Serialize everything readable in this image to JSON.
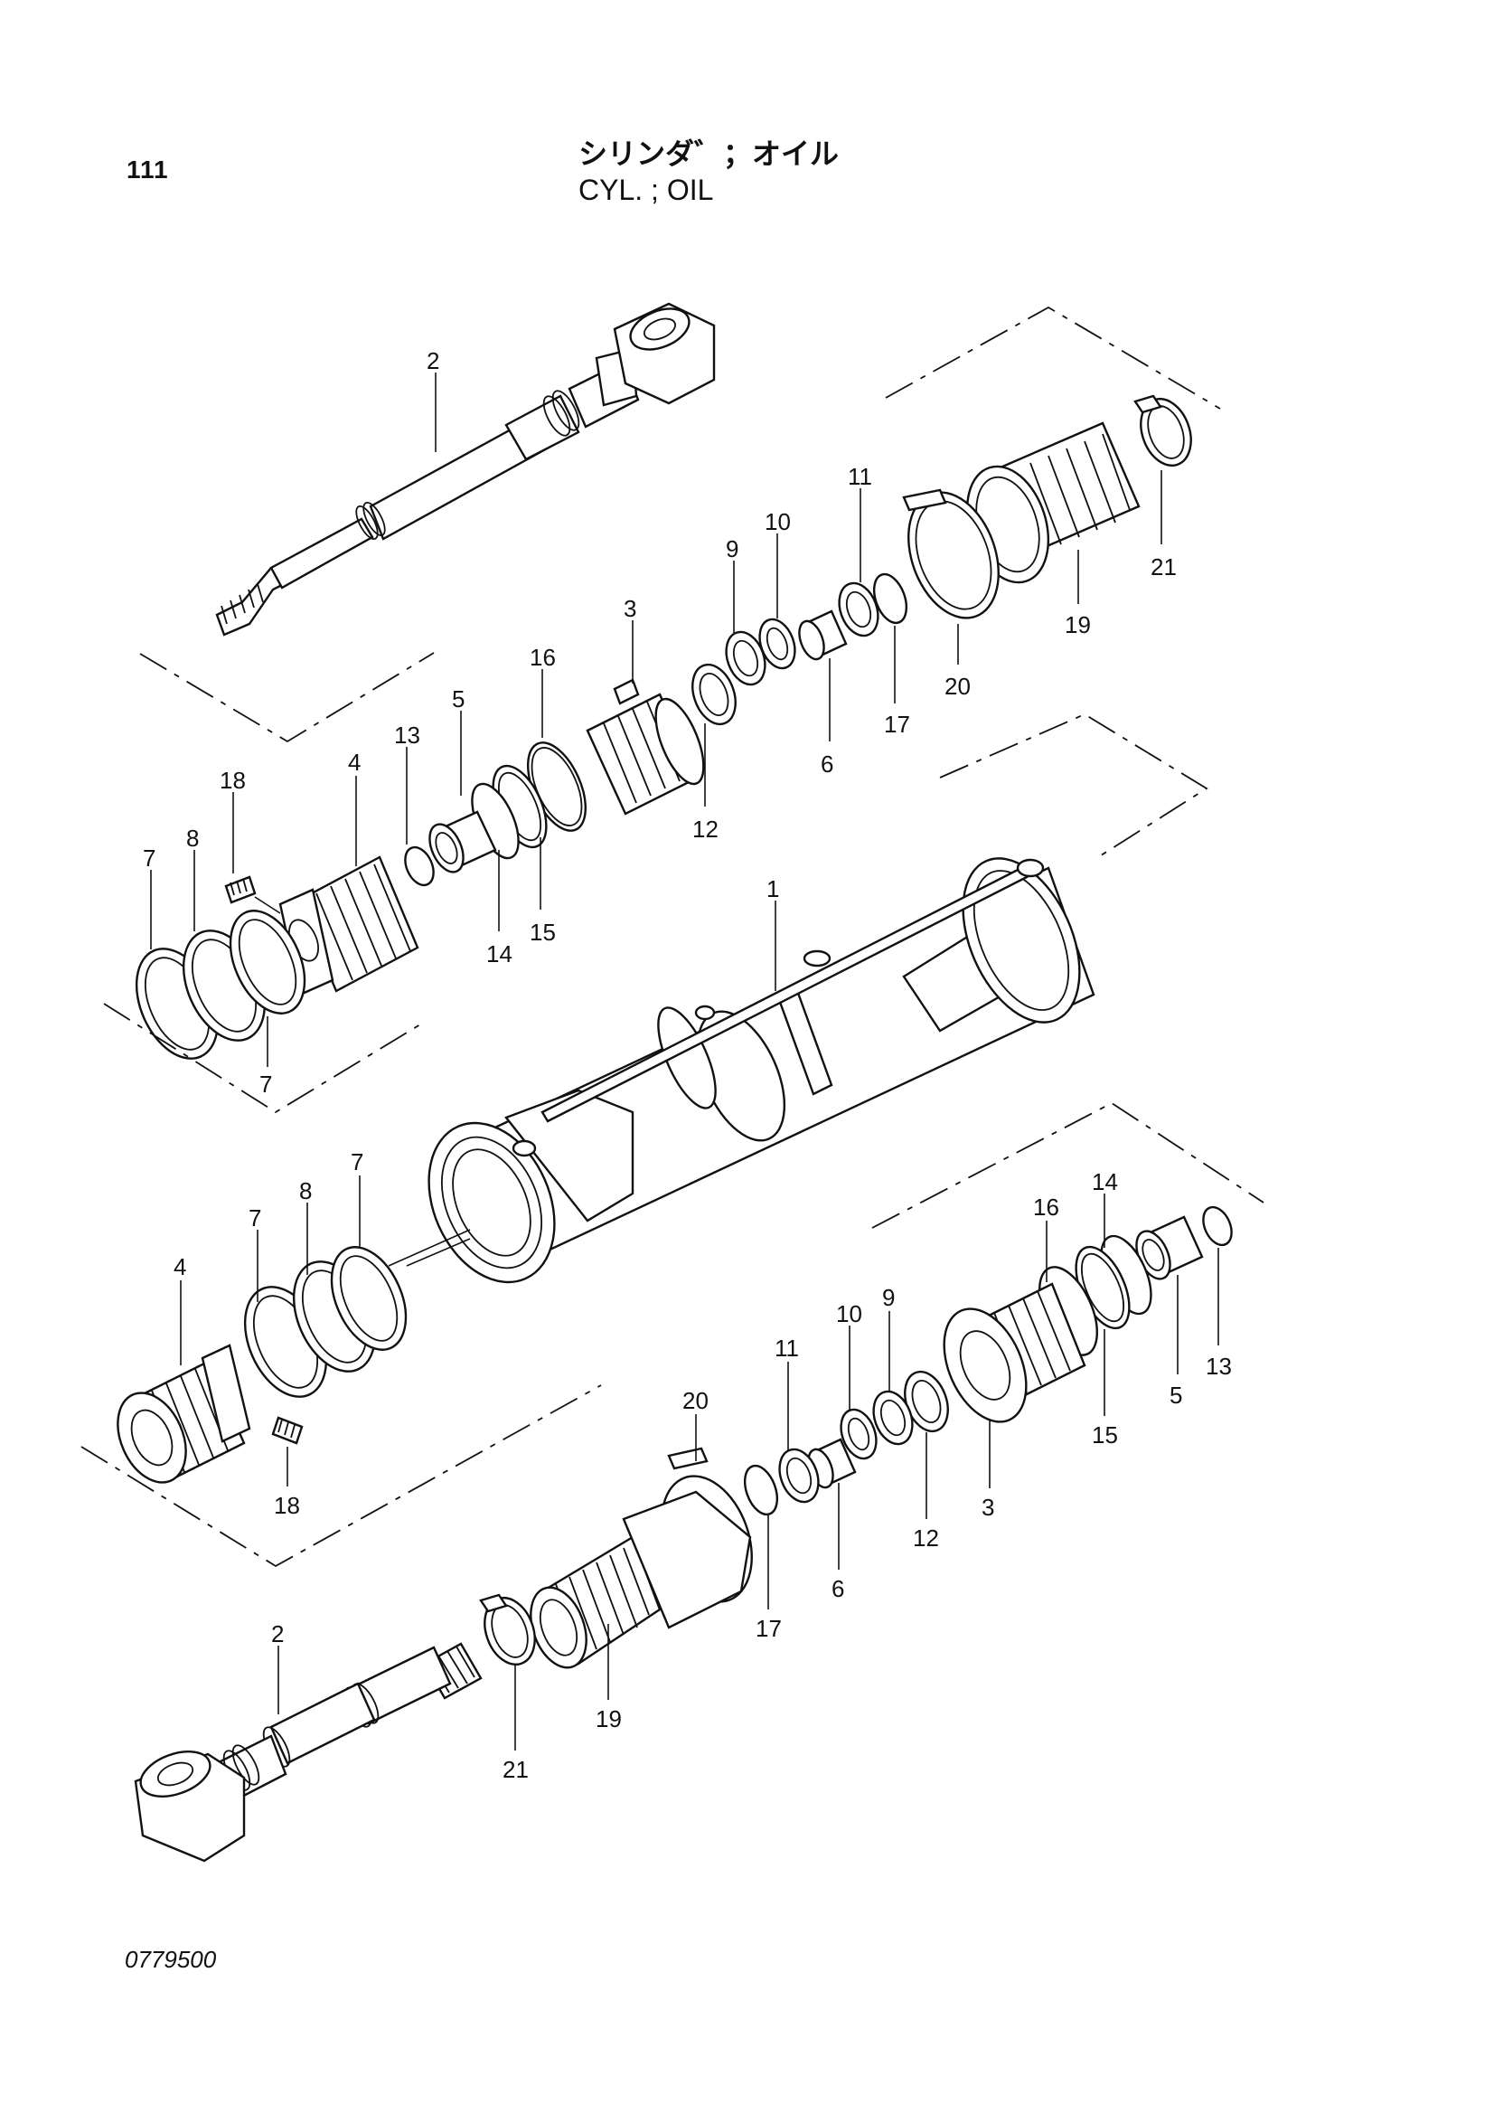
{
  "header": {
    "page_number": "111",
    "title_jp": "シリンダ゛；オイル",
    "title_en": "CYL. ; OIL"
  },
  "footer": {
    "drawing_number": "0779500"
  },
  "callouts": {
    "c1": "1",
    "c2": "2",
    "c3": "3",
    "c4": "4",
    "c5": "5",
    "c6": "6",
    "c7": "7",
    "c8": "8",
    "c9": "9",
    "c10": "10",
    "c11": "11",
    "c12": "12",
    "c13": "13",
    "c14": "14",
    "c15": "15",
    "c16": "16",
    "c17": "17",
    "c18": "18",
    "c19": "19",
    "c20": "20",
    "c21": "21"
  }
}
